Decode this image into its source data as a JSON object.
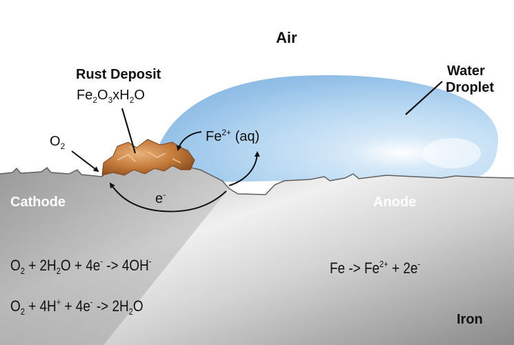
{
  "labels": {
    "air": "Air",
    "water_droplet_line1": "Water",
    "water_droplet_line2": "Droplet",
    "rust_deposit": "Rust Deposit",
    "cathode": "Cathode",
    "anode": "Anode",
    "iron": "Iron",
    "electron": "e",
    "electron_charge": "-"
  },
  "rust_formula": {
    "a": "Fe",
    "a_sub": "2",
    "b": "O",
    "b_sub": "3",
    "c": "xH",
    "c_sub": "2",
    "d": "O"
  },
  "oxygen_label": {
    "symbol": "O",
    "sub": "2"
  },
  "fe_ion_label": {
    "symbol": "Fe",
    "sup": "2+",
    "state": " (aq)"
  },
  "cathode_reaction_1": {
    "t1": "O",
    "s1": "2",
    "t2": " + 2H",
    "s2": "2",
    "t3": "O + 4e",
    "p3": "-",
    "t4": " -> 4OH",
    "p4": "-"
  },
  "cathode_reaction_2": {
    "t1": "O",
    "s1": "2",
    "t2": " + 4H",
    "p2": "+",
    "t3": " + 4e",
    "p3": "-",
    "t4": " -> 2H",
    "s4": "2",
    "t5": "O"
  },
  "anode_reaction": {
    "t1": "Fe -> Fe",
    "p1": "2+",
    "t2": " + 2e",
    "p2": "-"
  },
  "colors": {
    "droplet": "#a9cfee",
    "metal_light": "#f1f1f1",
    "metal_dark": "#7b7b7b",
    "rust": "#c47a3a"
  }
}
